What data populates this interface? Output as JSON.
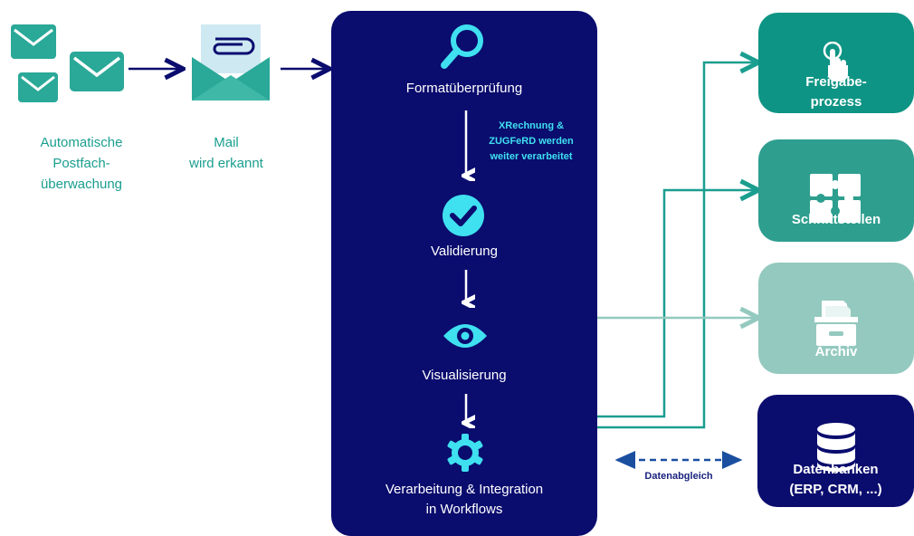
{
  "left": {
    "automatic_caption": "Automatische\nPostfach-\nüberwachung",
    "mail_caption": "Mail\nwird erkannt"
  },
  "process": {
    "steps": [
      {
        "label": "Formatüberprüfung",
        "icon": "magnifier-icon"
      },
      {
        "label": "Validierung",
        "icon": "check-circle-icon"
      },
      {
        "label": "Visualisierung",
        "icon": "eye-icon"
      },
      {
        "label": "Verarbeitung & Integration\nin Workflows",
        "icon": "gear-icon"
      }
    ],
    "note": "XRechnung &\nZUGFeRD werden\nweiter verarbeitet"
  },
  "targets": [
    {
      "label": "Freigabe-\nprozess",
      "icon": "touch-hand-icon",
      "color": "#0d9484"
    },
    {
      "label": "Schnittstellen",
      "icon": "puzzle-icon",
      "color": "#2e9e8f"
    },
    {
      "label": "Archiv",
      "icon": "archive-drawer-icon",
      "color": "#94c9bf"
    },
    {
      "label": "Datenbanken\n(ERP, CRM, ...)",
      "icon": "database-icon",
      "color": "#0a0c6e"
    }
  ],
  "sync_label": "Datenabgleich",
  "colors": {
    "navy": "#0a0c6e",
    "teal": "#1a9e8f",
    "cyan_note": "#3fe0f0"
  }
}
